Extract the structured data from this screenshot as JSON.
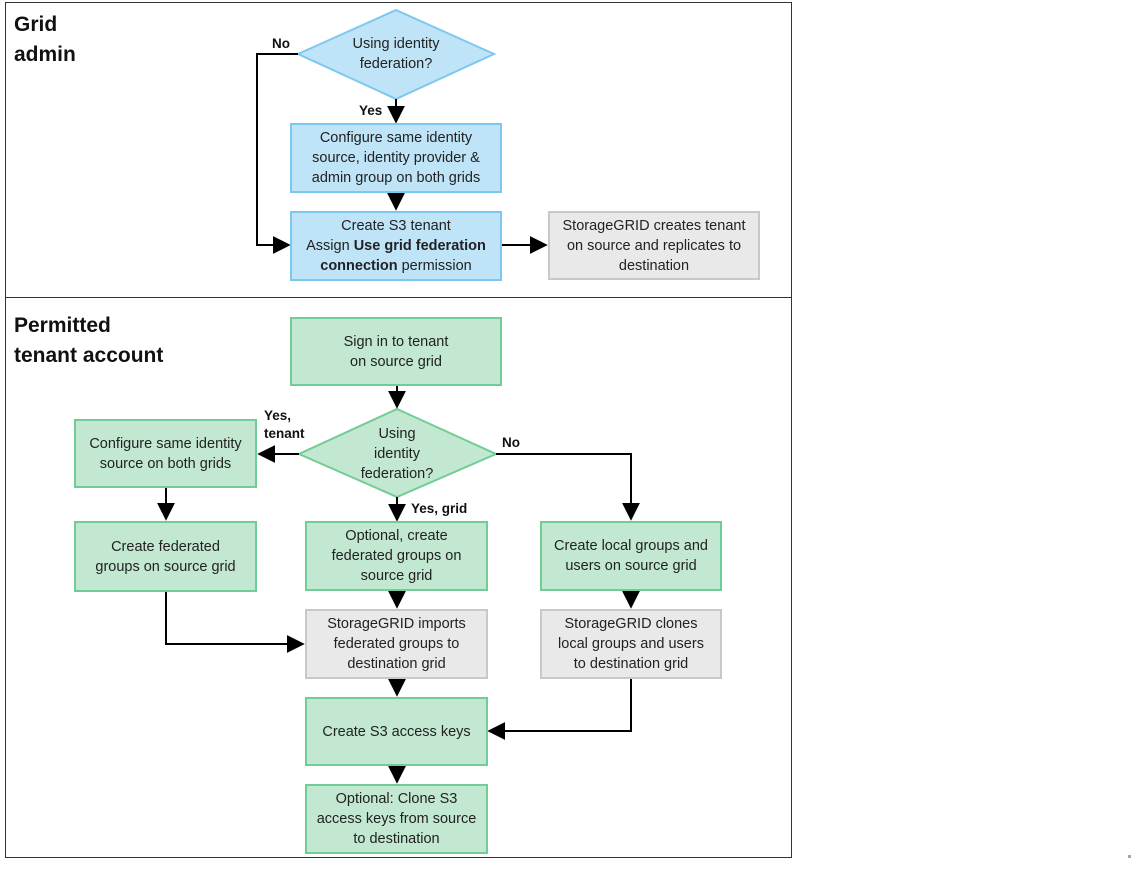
{
  "sections": {
    "grid_admin": "Grid\nadmin",
    "tenant": "Permitted\ntenant account"
  },
  "nodes": {
    "d1": "Using  identity\nfederation?",
    "b1": "Configure same identity\nsource, identity provider &\nadmin group on both grids",
    "b2_line1": "Create S3 tenant",
    "b2_assign": "Assign ",
    "b2_bold1": "Use grid federation",
    "b2_bold2": "connection",
    "b2_perm": " permission",
    "b3": "StorageGRID creates tenant\non source and replicates to\ndestination",
    "t1": "Sign in to tenant\non source grid",
    "d2": "Using\nidentity\nfederation?",
    "l1": "Configure same identity\nsource on both grids",
    "l2": "Create federated\ngroups on source grid",
    "m1": "Optional, create\nfederated groups on\nsource grid",
    "m2": "StorageGRID imports\nfederated groups to\ndestination grid",
    "r1": "Create local groups and\nusers on source grid",
    "r2": "StorageGRID clones\nlocal groups and users\nto destination grid",
    "k1": "Create S3 access keys",
    "k2": "Optional: Clone S3\naccess keys from source\nto destination"
  },
  "labels": {
    "no_top": "No",
    "yes_top": "Yes",
    "yes_tenant": "Yes,\ntenant",
    "no_mid": "No",
    "yes_grid": "Yes, grid"
  },
  "colors": {
    "blue_fill": "#bfe3f7",
    "green_fill": "#c2e8d1",
    "gray_fill": "#e9e9e9"
  }
}
